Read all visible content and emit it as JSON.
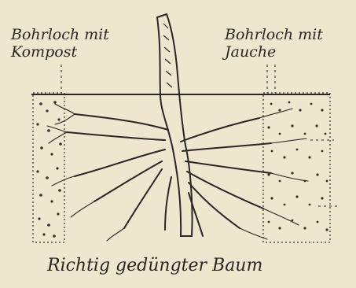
{
  "labels": {
    "left_line1": "Bohrloch mit",
    "left_line2": "Kompost",
    "right_line1": "Bohrloch mit",
    "right_line2": "Jauche"
  },
  "caption": "Richtig gedüngter Baum",
  "colors": {
    "paper": "#efe6cf",
    "ink": "#2b2620"
  }
}
